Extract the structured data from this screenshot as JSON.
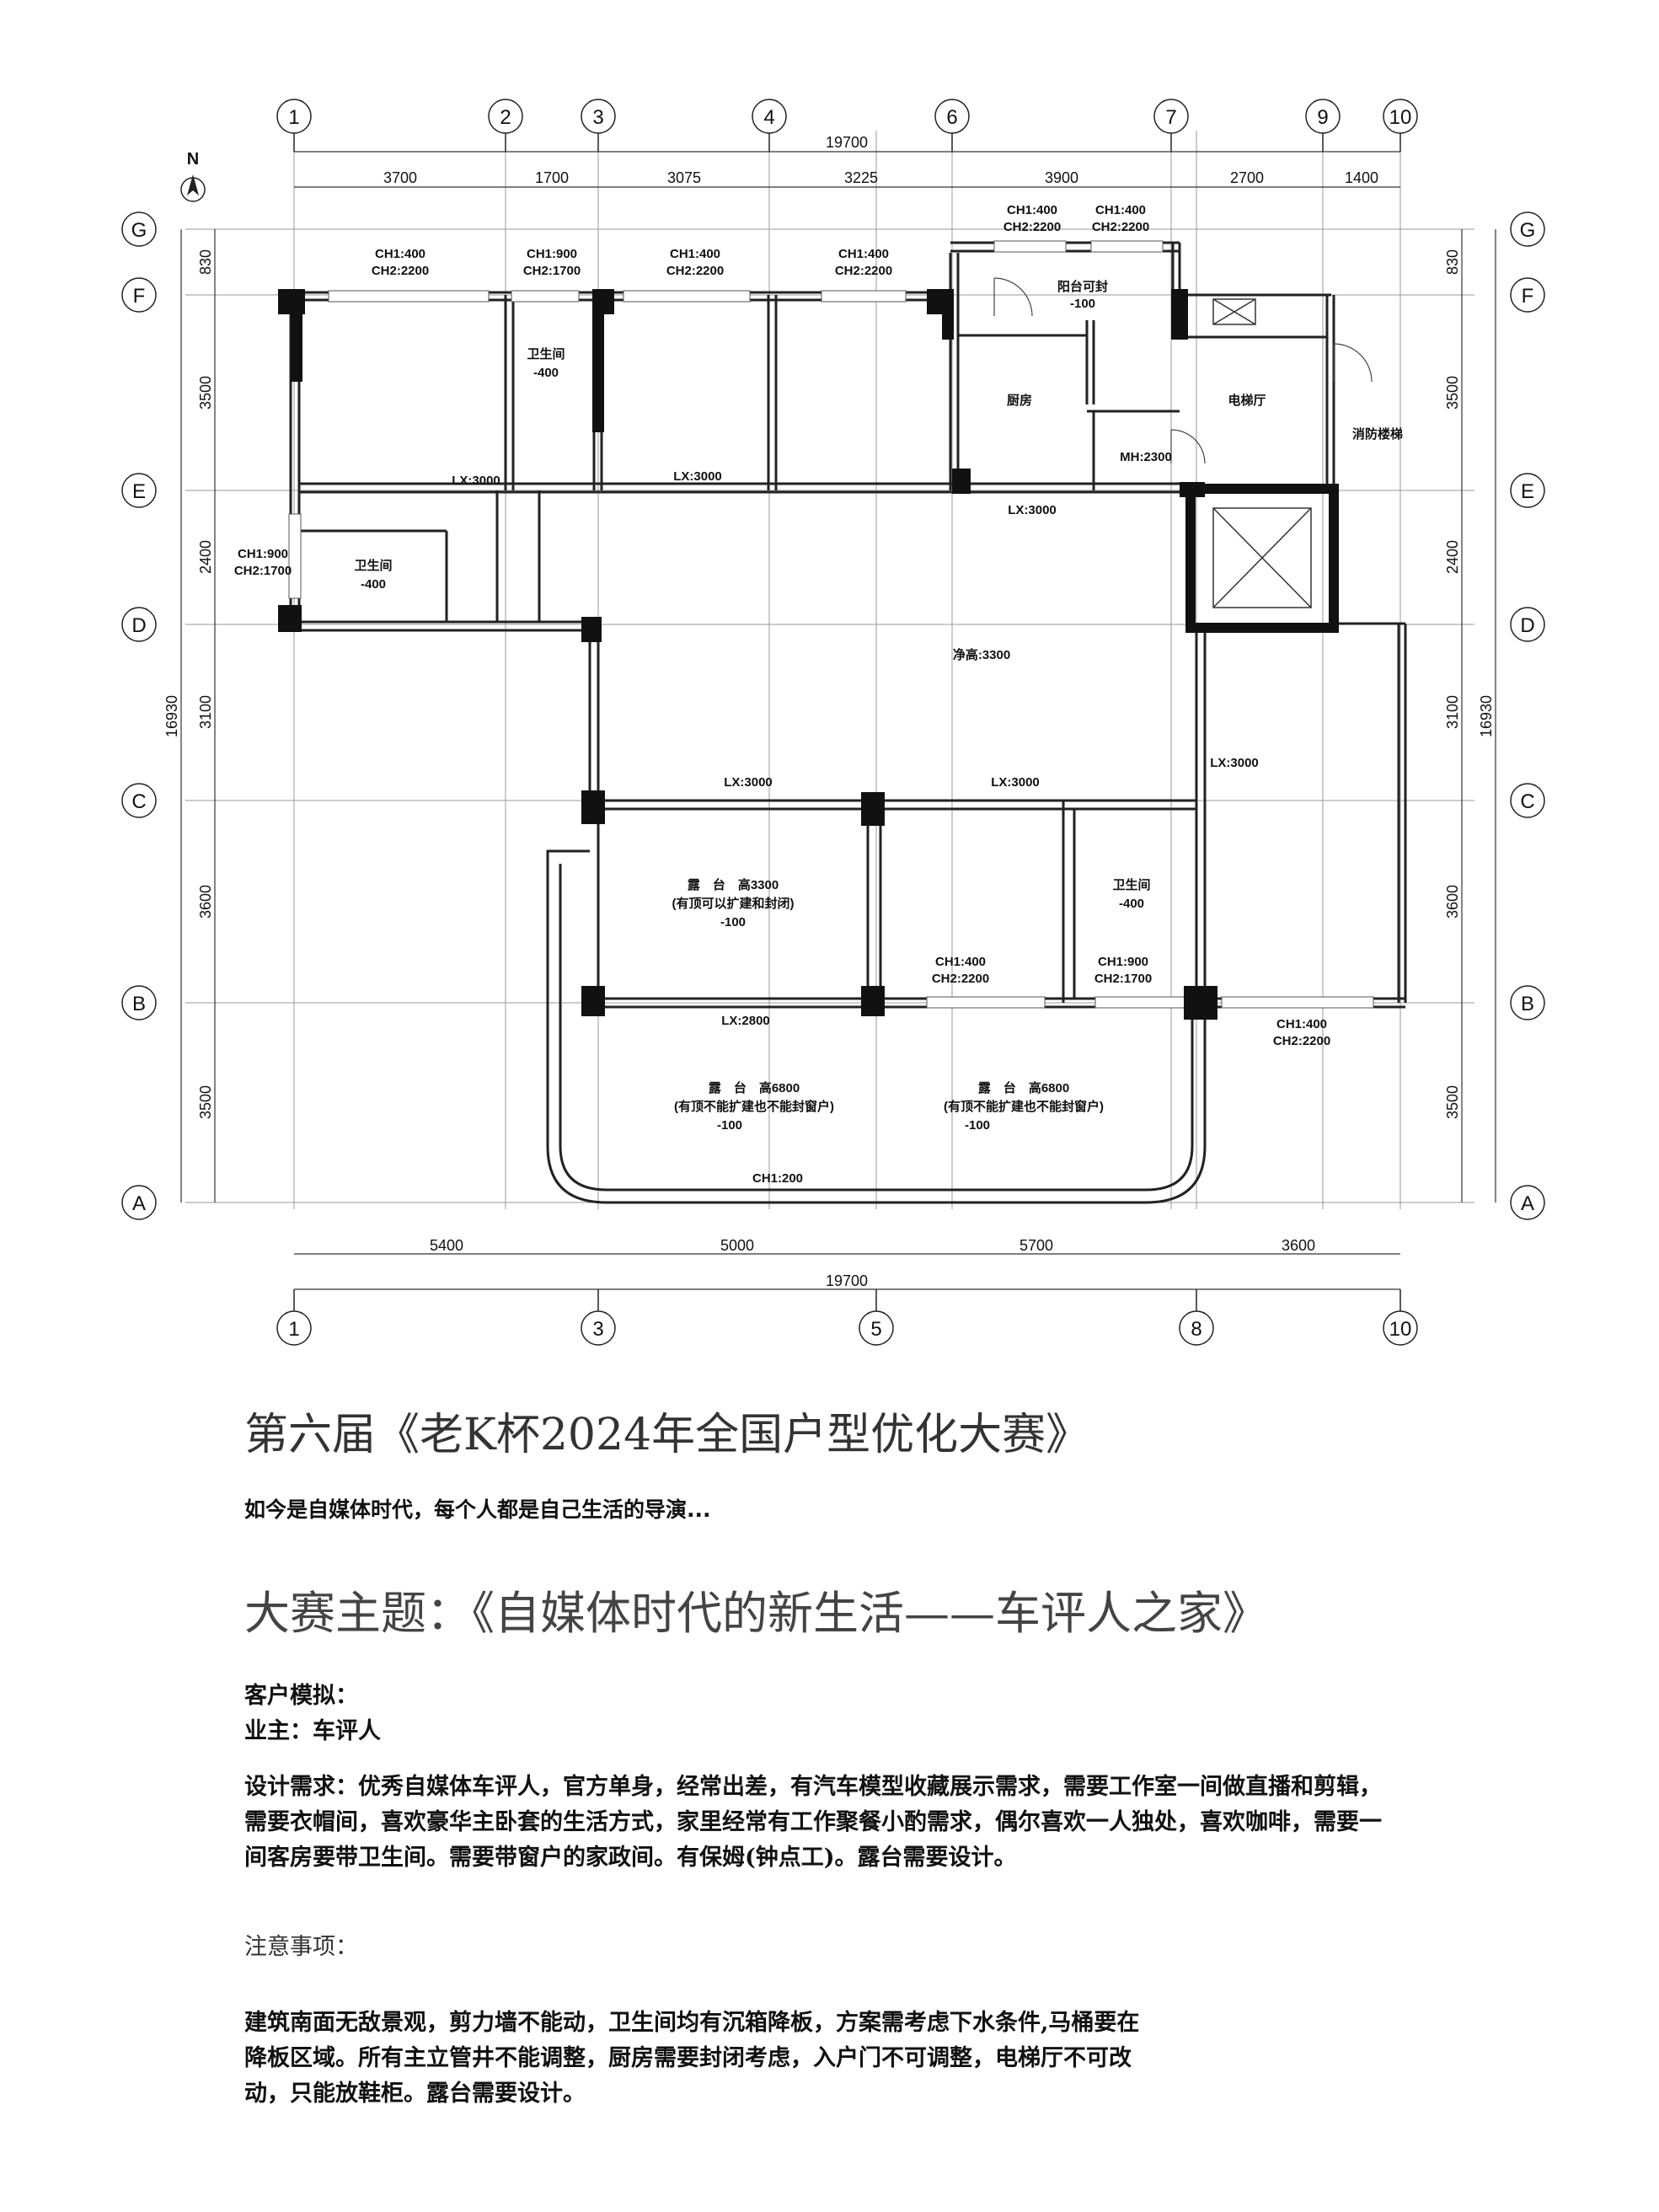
{
  "plan": {
    "north_label": "N",
    "axes_top": [
      "1",
      "2",
      "3",
      "4",
      "6",
      "7",
      "9",
      "10"
    ],
    "axes_bottom": [
      "1",
      "3",
      "5",
      "8",
      "10"
    ],
    "axes_side": [
      "G",
      "F",
      "E",
      "D",
      "C",
      "B",
      "A"
    ],
    "dims_top_total": "19700",
    "dims_top": [
      "3700",
      "1700",
      "3075",
      "3225",
      "3900",
      "2700",
      "1400"
    ],
    "dims_bottom_total": "19700",
    "dims_bottom": [
      "5400",
      "5000",
      "5700",
      "3600"
    ],
    "dims_side": [
      "830",
      "3500",
      "2400",
      "3100",
      "3600",
      "3500"
    ],
    "dims_side_total": "16930",
    "labels": {
      "ch1_400": "CH1:400",
      "ch2_2200": "CH2:2200",
      "ch1_900": "CH1:900",
      "ch2_1700": "CH2:1700",
      "bath": "卫生间",
      "minus400": "-400",
      "minus100": "-100",
      "balcony_sealable": "阳台可封",
      "kitchen": "厨房",
      "elevator_hall": "电梯厅",
      "fire_stair": "消防楼梯",
      "mh2300": "MH:2300",
      "lx3000": "LX:3000",
      "lx2800": "LX:2800",
      "clear_height": "净高:3300",
      "terrace_a": "露　台　高3300",
      "terrace_a_note": "(有顶可以扩建和封闭)",
      "terrace_b": "露　台　高6800",
      "terrace_b_note": "(有顶不能扩建也不能封窗户)",
      "ch1_200": "CH1:200"
    }
  },
  "text": {
    "title": "第六届《老K杯2024年全国户型优化大赛》",
    "tagline": "如今是自媒体时代，每个人都是自己生活的导演...",
    "theme": "大赛主题：《自媒体时代的新生活——车评人之家》",
    "client_heading": "客户模拟：",
    "owner": "业主：车评人",
    "requirements": "设计需求：优秀自媒体车评人，官方单身，经常出差，有汽车模型收藏展示需求，需要工作室一间做直播和剪辑，需要衣帽间，喜欢豪华主卧套的生活方式，家里经常有工作聚餐小酌需求，偶尔喜欢一人独处，喜欢咖啡，需要一间客房要带卫生间。需要带窗户的家政间。有保姆(钟点工)。露台需要设计。",
    "notes_heading": "注意事项：",
    "notes": "建筑南面无敌景观，剪力墙不能动，卫生间均有沉箱降板，方案需考虑下水条件,马桶要在降板区域。所有主立管井不能调整，厨房需要封闭考虑，入户门不可调整，电梯厅不可改动，只能放鞋柜。露台需要设计。"
  }
}
